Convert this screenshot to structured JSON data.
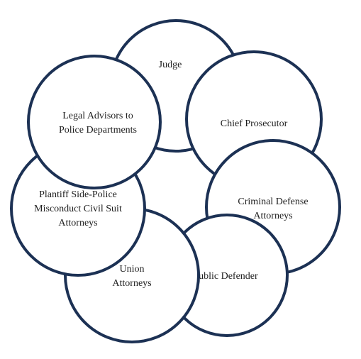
{
  "colors": {
    "stroke": "#1c3154",
    "fill": "#ffffff",
    "text": "#1e1e1e"
  },
  "nodes": [
    {
      "id": "judge",
      "lines": [
        "Judge"
      ]
    },
    {
      "id": "chief-prosecutor",
      "lines": [
        "Chief Prosecutor"
      ]
    },
    {
      "id": "criminal-defense-attorneys",
      "lines": [
        "Criminal Defense",
        "Attorneys"
      ]
    },
    {
      "id": "public-defender",
      "lines": [
        "Public Defender"
      ]
    },
    {
      "id": "union-attorneys",
      "lines": [
        "Union",
        "Attorneys"
      ]
    },
    {
      "id": "plaintiff-side-police-misconduct-civil-suit-attorneys",
      "lines": [
        "Plantiff Side-Police",
        "Misconduct Civil Suit",
        "Attorneys"
      ]
    },
    {
      "id": "legal-advisors-to-police-departments",
      "lines": [
        "Legal Advisors to",
        "Police Departments"
      ]
    }
  ]
}
